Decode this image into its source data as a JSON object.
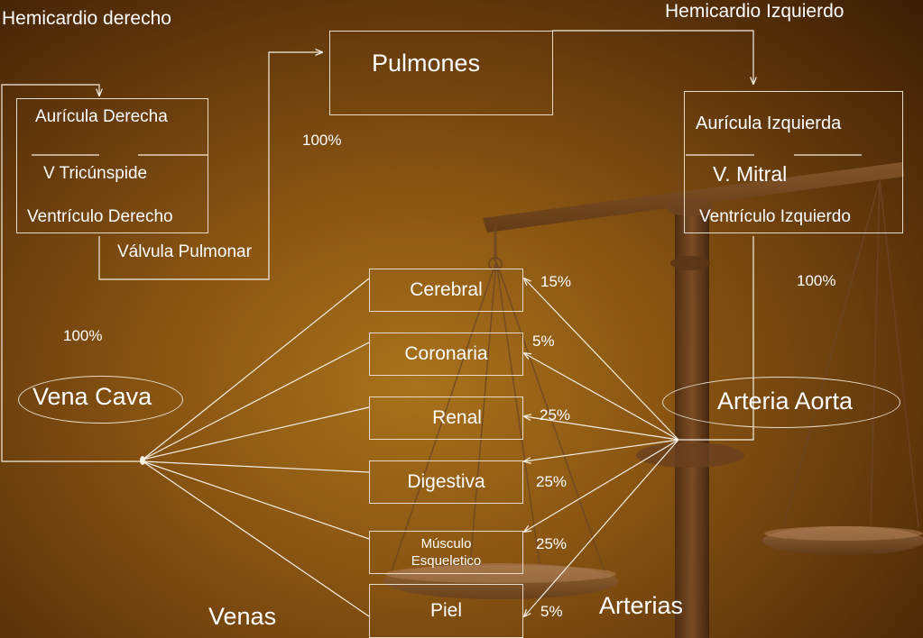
{
  "labels": {
    "right_heart": "Hemicardio derecho",
    "left_heart": "Hemicardio Izquierdo",
    "lungs": "Pulmones",
    "right_atrium": "Aurícula Derecha",
    "tricuspid": "V Tricúnspide",
    "right_ventricle": "Ventrículo Derecho",
    "pulmonary_valve": "Válvula Pulmonar",
    "left_atrium": "Aurícula Izquierda",
    "mitral": "V. Mitral",
    "left_ventricle": "Ventrículo Izquierdo",
    "vena_cava": "Vena Cava",
    "aorta": "Arteria Aorta",
    "veins": "Venas",
    "arteries": "Arterias",
    "pct_lungs": "100%",
    "pct_aorta": "100%",
    "pct_vena": "100%"
  },
  "organs": [
    {
      "name": "Cerebral",
      "line2": "",
      "pct": "15%"
    },
    {
      "name": "Coronaria",
      "line2": "",
      "pct": "5%"
    },
    {
      "name": "Renal",
      "line2": "",
      "pct": "25%"
    },
    {
      "name": "Digestiva",
      "line2": "",
      "pct": "25%"
    },
    {
      "name": "Músculo",
      "line2": "Esqueletico",
      "pct": "25%"
    },
    {
      "name": "Piel",
      "line2": "",
      "pct": "5%"
    }
  ],
  "colors": {
    "line": "#f5efe4",
    "text": "#ffffff",
    "scale": "#6b4120"
  }
}
